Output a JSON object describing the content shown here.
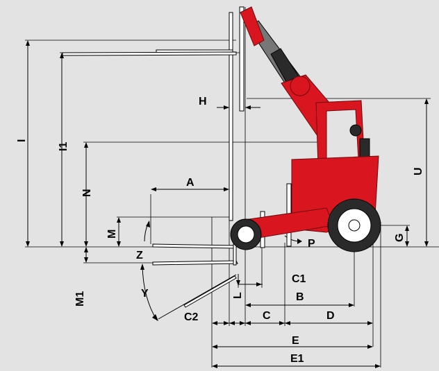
{
  "diagram": {
    "background_color": "#e3e3e3",
    "machine_color": "#d9161f",
    "dimension_labels": {
      "H": "H",
      "I": "I",
      "I1": "I1",
      "N": "N",
      "A": "A",
      "U": "U",
      "M": "M",
      "G": "G",
      "P": "P",
      "Z": "Z",
      "M1": "M1",
      "Y": "Y",
      "L": "L",
      "C1": "C1",
      "B": "B",
      "C2": "C2",
      "C": "C",
      "D": "D",
      "E": "E",
      "E1": "E1"
    }
  }
}
